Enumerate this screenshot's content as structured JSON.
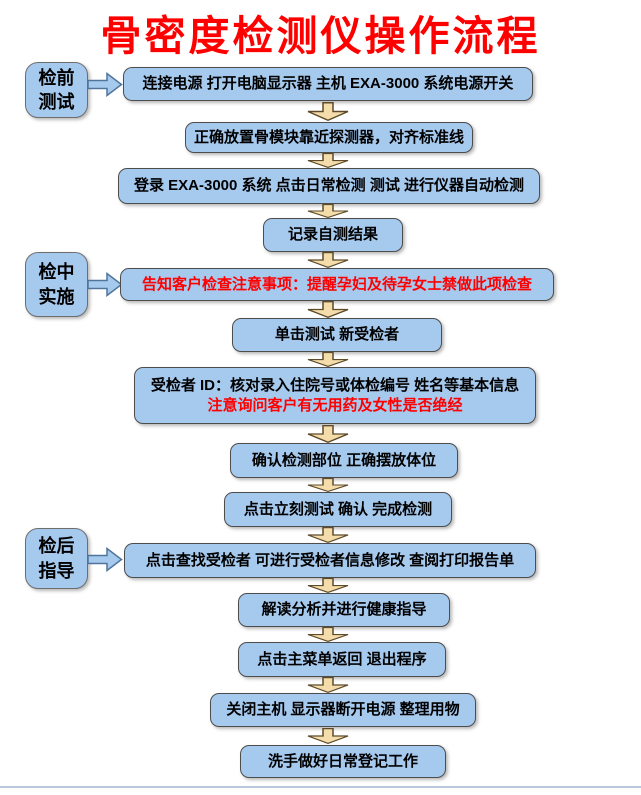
{
  "title": "骨密度检测仪操作流程",
  "colors": {
    "title_red": "#fe0000",
    "box_fill": "#a6c9ee",
    "box_border": "#4d4d4d",
    "down_arrow_fill": "#f4dcab",
    "down_arrow_border": "#5d4b2a",
    "right_arrow_fill": "#a6c9ee",
    "right_arrow_border": "#51749b",
    "red_text": "#fe0000"
  },
  "stages": [
    {
      "line1": "检前",
      "line2": "测试"
    },
    {
      "line1": "检中",
      "line2": "实施"
    },
    {
      "line1": "检后",
      "line2": "指导"
    }
  ],
  "steps": [
    {
      "text": "连接电源  打开电脑显示器  主机  EXA-3000 系统电源开关"
    },
    {
      "text": "正确放置骨模块靠近探测器，对齐标准线"
    },
    {
      "text": "登录 EXA-3000 系统  点击日常检测  测试  进行仪器自动检测"
    },
    {
      "text": "记录自测结果"
    },
    {
      "text": "告知客户检查注意事项：提醒孕妇及待孕女士禁做此项检查"
    },
    {
      "text": "单击测试  新受检者"
    },
    {
      "line1": "受检者 ID：核对录入住院号或体检编号  姓名等基本信息",
      "line2": "注意询问客户有无用药及女性是否绝经"
    },
    {
      "text": "确认检测部位  正确摆放体位"
    },
    {
      "text": "点击立刻测试  确认  完成检测"
    },
    {
      "text": "点击查找受检者  可进行受检者信息修改  查阅打印报告单"
    },
    {
      "text": "解读分析并进行健康指导"
    },
    {
      "text": "点击主菜单返回  退出程序"
    },
    {
      "text": "关闭主机  显示器断开电源  整理用物"
    },
    {
      "text": "洗手做好日常登记工作"
    }
  ]
}
